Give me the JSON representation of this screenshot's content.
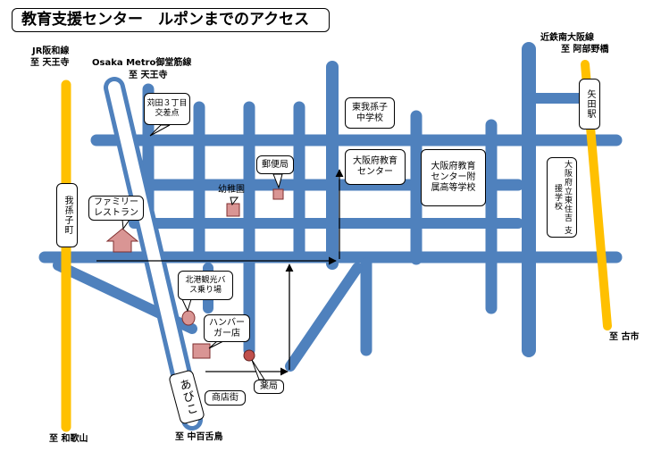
{
  "title": "教育支援センター　ルポンまでのアクセス",
  "lines": {
    "jr_hanwa": {
      "name": "JR阪和線",
      "to": "至 天王寺",
      "color": "#ffc000"
    },
    "kintetsu": {
      "name": "近鉄南大阪線",
      "to": "至 阿部野橋",
      "color": "#ffc000"
    },
    "kintetsu_south": {
      "to": "至 古市"
    },
    "jr_south": {
      "to": "至 和歌山"
    },
    "metro": {
      "name": "Osaka Metro御堂筋線",
      "to": "至 天王寺",
      "south": "至 中百舌鳥"
    }
  },
  "road_color": "#4f81bd",
  "stations": {
    "abiko": "あびこ",
    "yata": "矢田駅",
    "gahoshi": "我孫子町"
  },
  "places": {
    "intersection": "苅田３丁目\n交差点",
    "east_jhs": "東我孫子\n中学校",
    "center": "大阪府教育\nセンター",
    "hs": "大阪府教育\nセンター附\n属高等学校",
    "higashisumiyoshi": "大阪府立東住吉\n支援学校",
    "post": "郵便局",
    "kindergarten": "幼稚園",
    "family_restaurant": "ファミリー\nレストラン",
    "bus_stop": "北港観光バ\nス乗り場",
    "burger": "ハンバー\nガー店",
    "pharmacy": "薬局",
    "shopping": "商店街"
  },
  "marker_color": "#c0504d",
  "building_color": "#d99594"
}
